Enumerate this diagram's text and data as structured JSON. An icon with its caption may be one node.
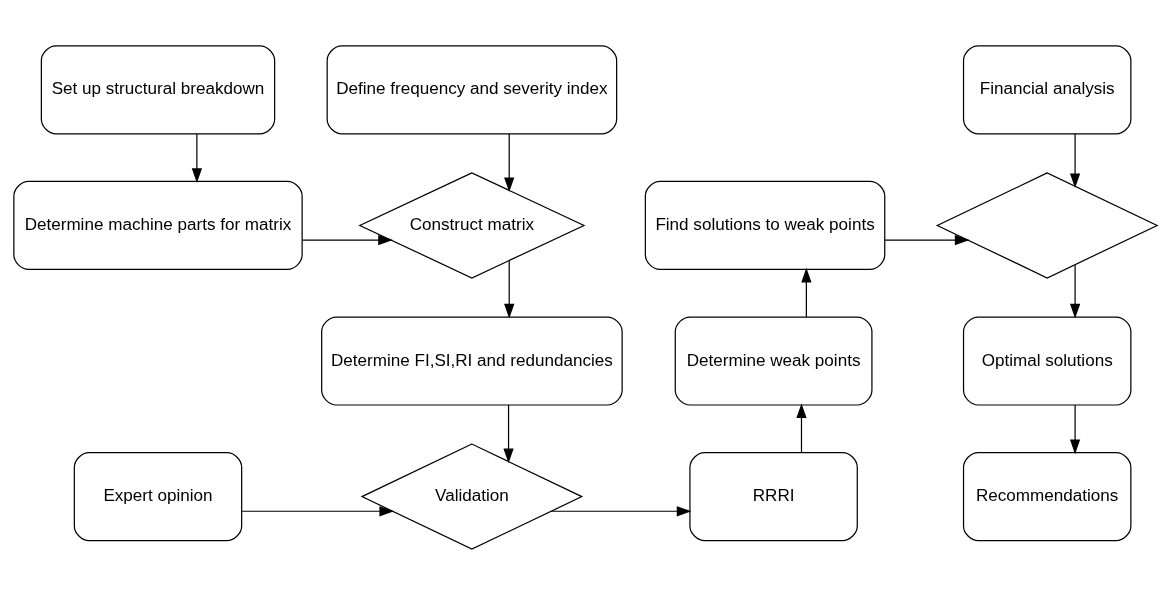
{
  "diagram": {
    "nodes": [
      {
        "text": [
          "Set up structural breakdown"
        ]
      },
      {
        "text": [
          "Define frequency and severity index"
        ]
      },
      {
        "text": [
          "Financial analysis"
        ]
      },
      {
        "text": [
          "Determine machine parts for matrix"
        ]
      },
      {
        "text": [
          "Construct matrix"
        ]
      },
      {
        "text": [
          "Find solutions to weak points"
        ]
      },
      {
        "text": [],
        "shape": "diamond"
      },
      {
        "text": [
          "Determine FI,SI,RI and redundancies"
        ]
      },
      {
        "text": [
          "Determine weak points"
        ]
      },
      {
        "text": [
          "Optimal solutions"
        ]
      },
      {
        "text": [
          "Expert opinion"
        ]
      },
      {
        "text": [
          "Validation"
        ]
      },
      {
        "text": [
          "RRRI"
        ]
      },
      {
        "text": [
          "Recommendations"
        ]
      }
    ],
    "edges": [
      {
        "from": 0,
        "to": 3,
        "arrow": "to"
      },
      {
        "from": 1,
        "to": 4,
        "arrow": "to"
      },
      {
        "from": 3,
        "to": 4,
        "arrow": "to"
      },
      {
        "from": 4,
        "to": 7,
        "arrow": "to"
      },
      {
        "from": 7,
        "to": 11,
        "arrow": "to"
      },
      {
        "from": 10,
        "to": 11,
        "arrow": "to"
      },
      {
        "from": 11,
        "to": 12,
        "arrow": "to"
      },
      {
        "from": 12,
        "to": 8,
        "arrow": "to"
      },
      {
        "from": 8,
        "to": 5,
        "arrow": "to"
      },
      {
        "from": 5,
        "to": 6,
        "arrow": "to"
      },
      {
        "from": 2,
        "to": 6,
        "arrow": "to"
      },
      {
        "from": 6,
        "to": 9,
        "arrow": "to"
      },
      {
        "from": 9,
        "to": 13,
        "arrow": "to"
      }
    ]
  }
}
